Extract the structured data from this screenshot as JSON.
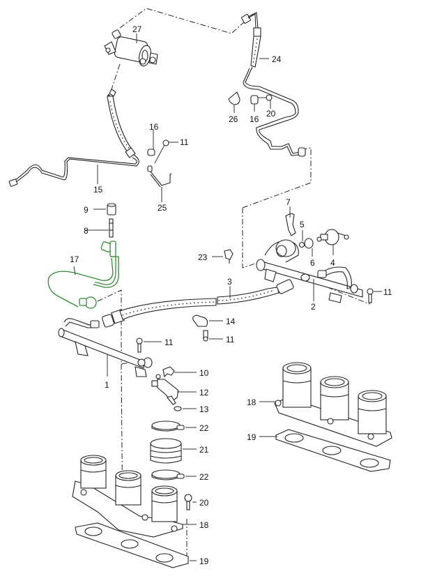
{
  "diagram": {
    "type": "exploded parts diagram",
    "subject": "Fuel rail, injectors and fuel lines",
    "highlight_color": "#2e8b2e",
    "highlighted_part": "17",
    "callouts": {
      "c1": "1",
      "c2": "2",
      "c3": "3",
      "c4": "4",
      "c5": "5",
      "c6": "6",
      "c7": "7",
      "c8": "8",
      "c9": "9",
      "c10": "10",
      "c11a": "11",
      "c11b": "11",
      "c11c": "11",
      "c11d": "11",
      "c12": "12",
      "c13": "13",
      "c14": "14",
      "c15": "15",
      "c16a": "16",
      "c16b": "16",
      "c17": "17",
      "c18a": "18",
      "c18b": "18",
      "c19a": "19",
      "c19b": "19",
      "c20a": "20",
      "c20b": "20",
      "c21": "21",
      "c22a": "22",
      "c22b": "22",
      "c23": "23",
      "c24": "24",
      "c25": "25",
      "c26": "26",
      "c27": "27"
    }
  }
}
